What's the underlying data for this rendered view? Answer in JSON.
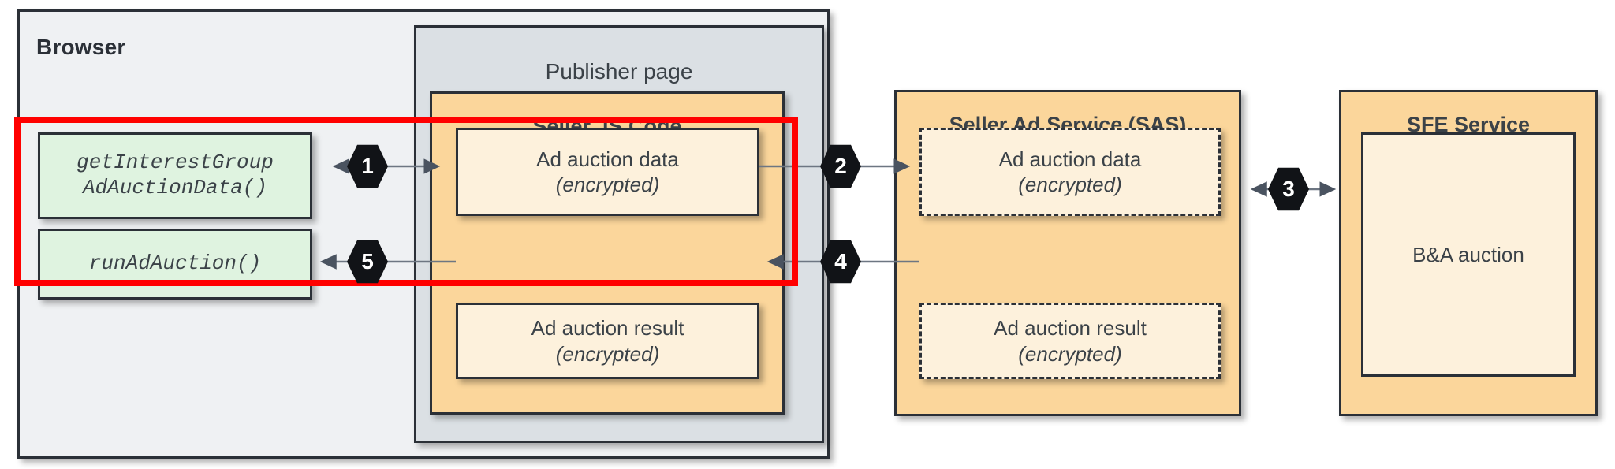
{
  "diagram": {
    "browser": {
      "label": "Browser",
      "api_calls": [
        {
          "name": "getInterestGroupAdAuctionData",
          "display": "getInterestGroup\nAdAuctionData()"
        },
        {
          "name": "runAdAuction",
          "display": "runAdAuction()"
        }
      ],
      "publisher": {
        "title": "Publisher page",
        "seller_js": {
          "title": "Seller JS Code",
          "payloads": [
            {
              "line1": "Ad auction data",
              "line2": "(encrypted)"
            },
            {
              "line1": "Ad auction result",
              "line2": "(encrypted)"
            }
          ]
        }
      }
    },
    "sas": {
      "title": "Seller Ad Service (SAS)",
      "payloads": [
        {
          "line1": "Ad auction data",
          "line2": "(encrypted)"
        },
        {
          "line1": "Ad auction result",
          "line2": "(encrypted)"
        }
      ]
    },
    "sfe": {
      "title": "SFE Service",
      "auction_box": "B&A auction"
    },
    "steps": [
      {
        "number": "1",
        "direction": "bidirectional",
        "from": "getInterestGroupAdAuctionData()",
        "to": "Seller JS Code: Ad auction data (encrypted)"
      },
      {
        "number": "2",
        "direction": "right",
        "from": "Seller JS Code: Ad auction data (encrypted)",
        "to": "SAS: Ad auction data (encrypted)"
      },
      {
        "number": "3",
        "direction": "bidirectional",
        "from": "Seller Ad Service (SAS)",
        "to": "SFE Service: B&A auction"
      },
      {
        "number": "4",
        "direction": "left",
        "from": "SAS: Ad auction result (encrypted)",
        "to": "Seller JS Code: Ad auction result (encrypted)"
      },
      {
        "number": "5",
        "direction": "left",
        "from": "Seller JS Code: Ad auction result (encrypted)",
        "to": "runAdAuction()"
      }
    ],
    "highlight": {
      "color": "#ff0000",
      "label": "red-highlight-region"
    },
    "colors": {
      "browser_fill": "#eff1f3",
      "publisher_fill": "#dbe0e4",
      "service_fill": "#fbd69b",
      "payload_fill": "#fdf1dc",
      "api_fill": "#dff3e0",
      "stroke": "#2b3037",
      "badge_fill": "#111317",
      "highlight": "#ff0000"
    }
  }
}
